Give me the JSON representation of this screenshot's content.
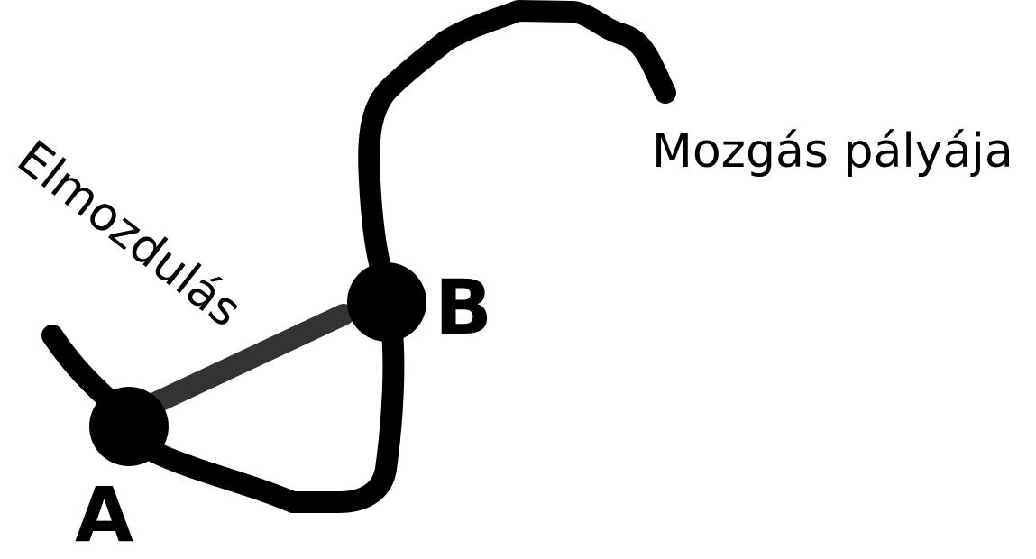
{
  "points": {
    "a_label": "A",
    "b_label": "B"
  },
  "labels": {
    "displacement": "Elmozdulás",
    "trajectory": "Mozgás pályája"
  },
  "colors": {
    "trajectory": "#000000",
    "displacement": "#333333",
    "background": "#ffffff"
  }
}
